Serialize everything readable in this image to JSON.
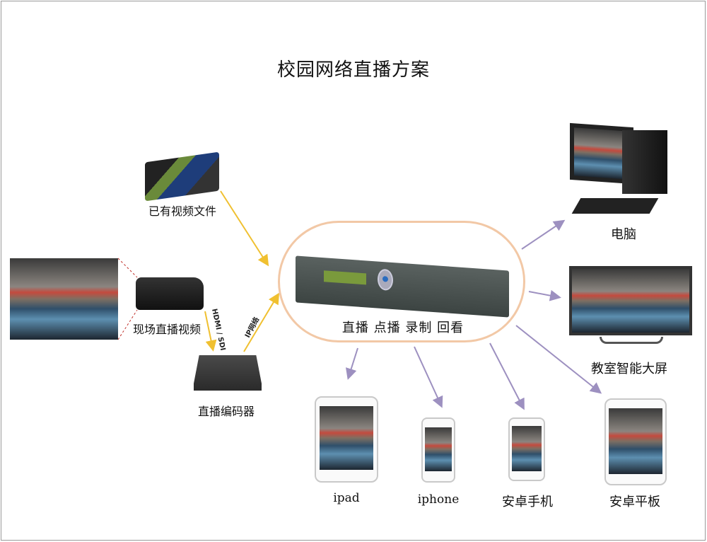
{
  "title": "校园网络直播方案",
  "sources": {
    "files_label": "已有视频文件",
    "live_label": "现场直播视频",
    "encoder_label": "直播编码器",
    "hdmi_label": "HDMI / SDI",
    "ip_label": "IP网络"
  },
  "server": {
    "functions_label": "直播 点播 录制 回看"
  },
  "clients": {
    "pc": "电脑",
    "tv": "教室智能大屏",
    "ipad": "ipad",
    "iphone": "iphone",
    "android_phone": "安卓手机",
    "android_tablet": "安卓平板"
  },
  "colors": {
    "input_arrow": "#f0c030",
    "output_arrow": "#9d90c0",
    "oval": "#f2c8a6",
    "dash": "#c0302a"
  }
}
